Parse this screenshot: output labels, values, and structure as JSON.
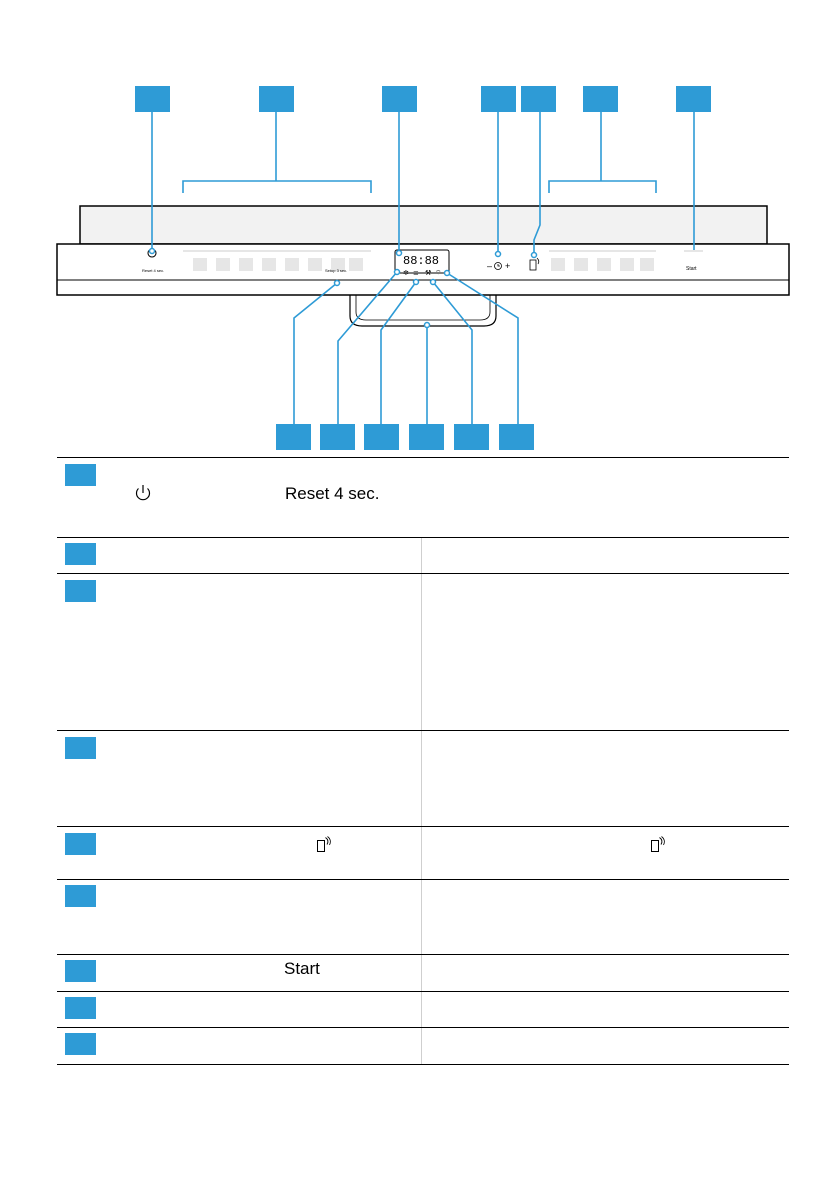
{
  "panel": {
    "reset_label": "Reset 4 sec.",
    "setup_label": "Setup 3 sec.",
    "display_digits": "88:88",
    "timer_minus": "–",
    "timer_plus": "+",
    "start_label": "Start"
  },
  "table": {
    "rows": [
      {
        "label": "Reset 4 sec.",
        "icon": "power-icon"
      },
      {
        "label": ""
      },
      {
        "label": ""
      },
      {
        "label": ""
      },
      {
        "label": "",
        "icon": "remote-start-icon"
      },
      {
        "label": ""
      },
      {
        "label": "Start"
      },
      {
        "label": ""
      },
      {
        "label": ""
      }
    ]
  },
  "colors": {
    "callout": "#2e9bd6",
    "line": "#000000",
    "door": "#f2f2f2"
  }
}
